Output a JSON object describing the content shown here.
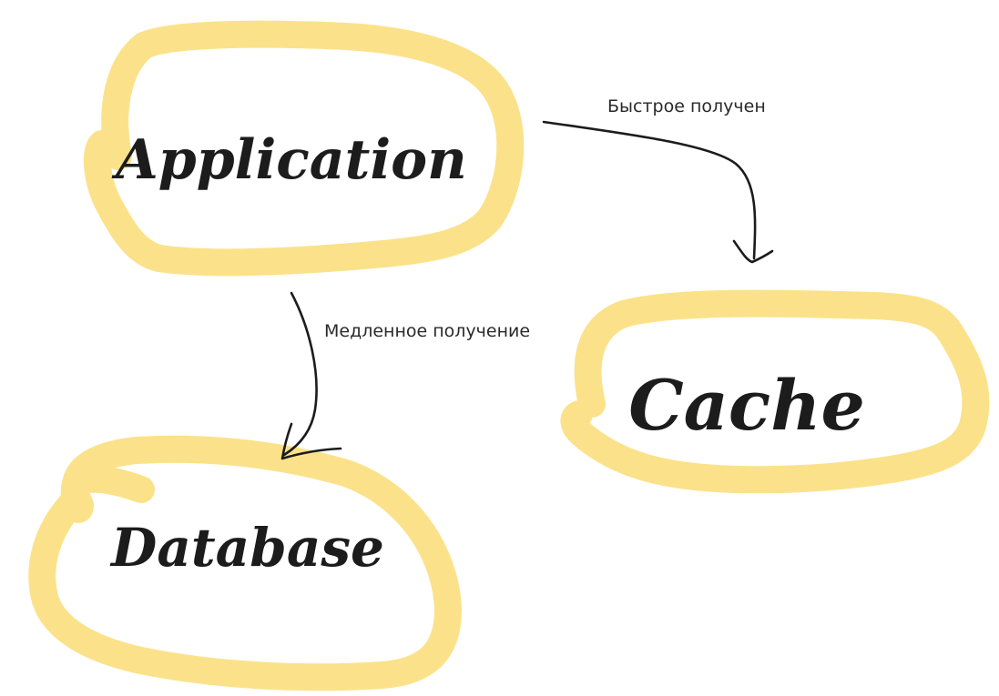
{
  "diagram": {
    "colors": {
      "node_outline": "#fbe28a",
      "ink": "#1c1c1c"
    },
    "nodes": {
      "application": {
        "label": "Application"
      },
      "cache": {
        "label": "Cache"
      },
      "database": {
        "label": "Database"
      }
    },
    "edges": {
      "to_cache": {
        "label": "Быстрое получен"
      },
      "to_database": {
        "label": "Медленное получение"
      }
    }
  }
}
